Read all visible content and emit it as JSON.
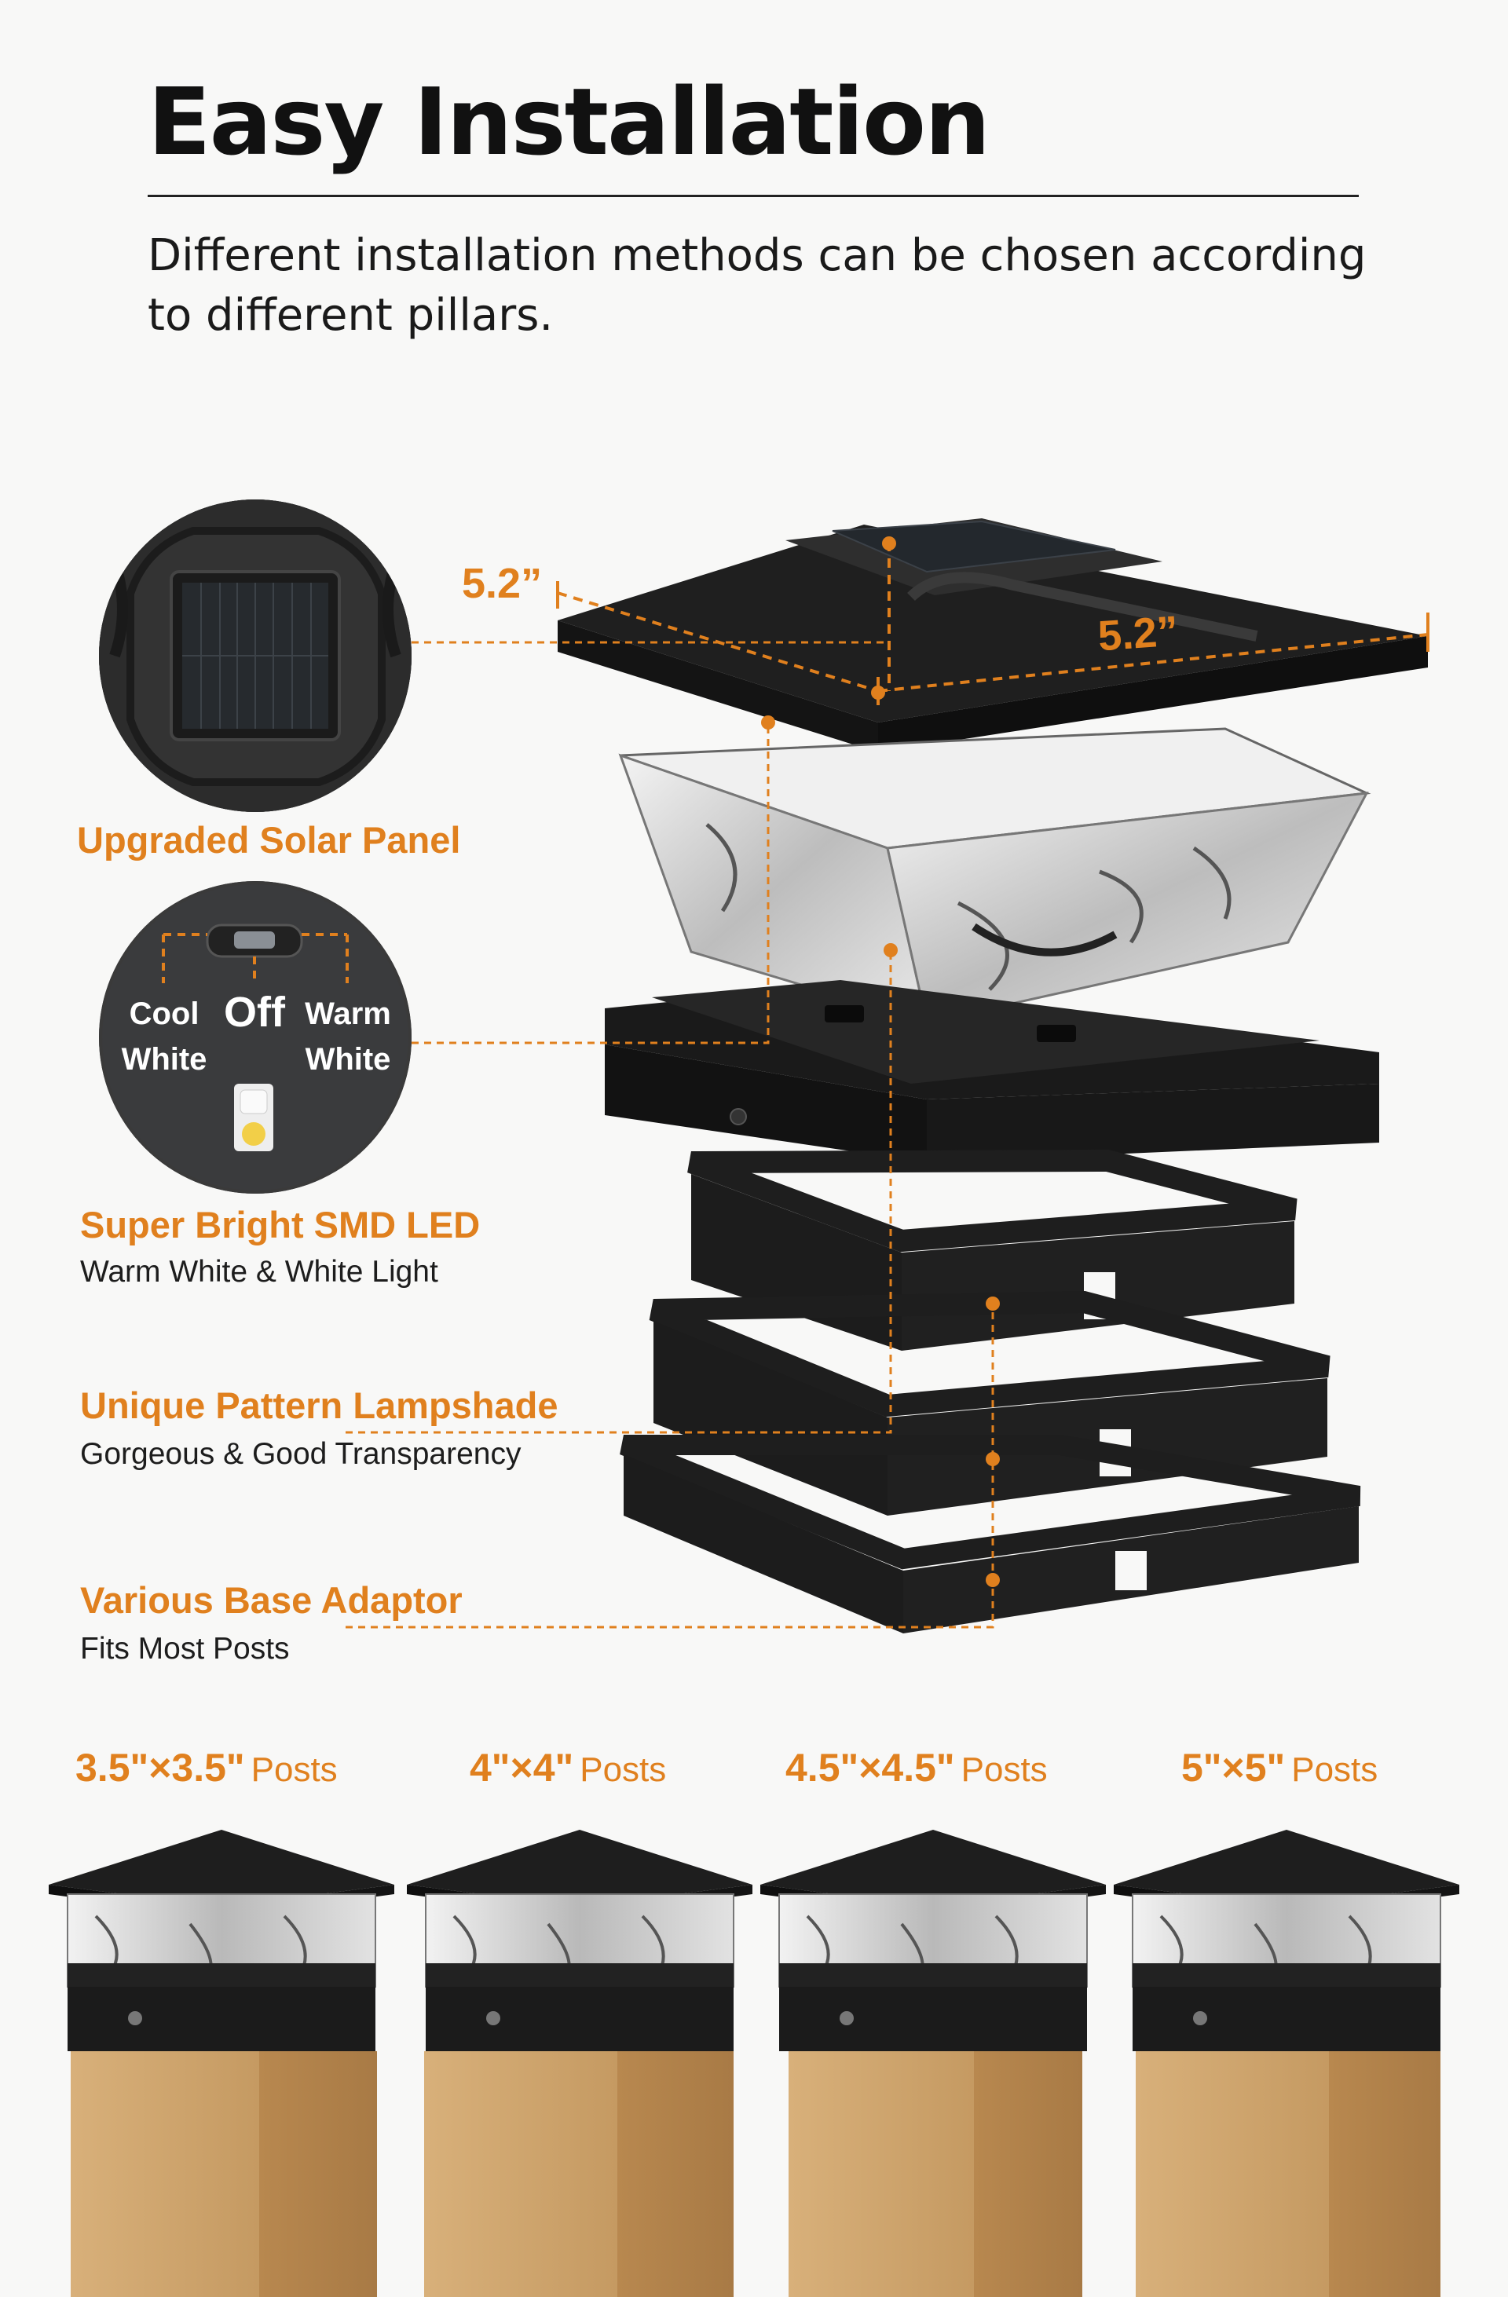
{
  "header": {
    "title": "Easy Installation",
    "subtitle": "Different installation methods can be chosen according to different pillars."
  },
  "dimensions": {
    "depth": "5.2”",
    "width": "5.2”"
  },
  "switch": {
    "cool_label": "Cool White",
    "off_label": "Off",
    "warm_label": "Warm White"
  },
  "features": [
    {
      "title": "Upgraded Solar Panel",
      "subtitle": ""
    },
    {
      "title": "Super Bright SMD LED",
      "subtitle": "Warm White & White Light"
    },
    {
      "title": "Unique Pattern Lampshade",
      "subtitle": "Gorgeous & Good Transparency"
    },
    {
      "title": "Various Base Adaptor",
      "subtitle": "Fits Most Posts"
    }
  ],
  "posts": [
    {
      "size": "3.5\"×3.5\"",
      "label": "Posts"
    },
    {
      "size": "4\"×4\"",
      "label": "Posts"
    },
    {
      "size": "4.5\"×4.5\"",
      "label": "Posts"
    },
    {
      "size": "5\"×5\"",
      "label": "Posts"
    }
  ],
  "colors": {
    "accent": "#e0801e",
    "product_black": "#1e1e1e",
    "wood": "#c9a06c"
  }
}
